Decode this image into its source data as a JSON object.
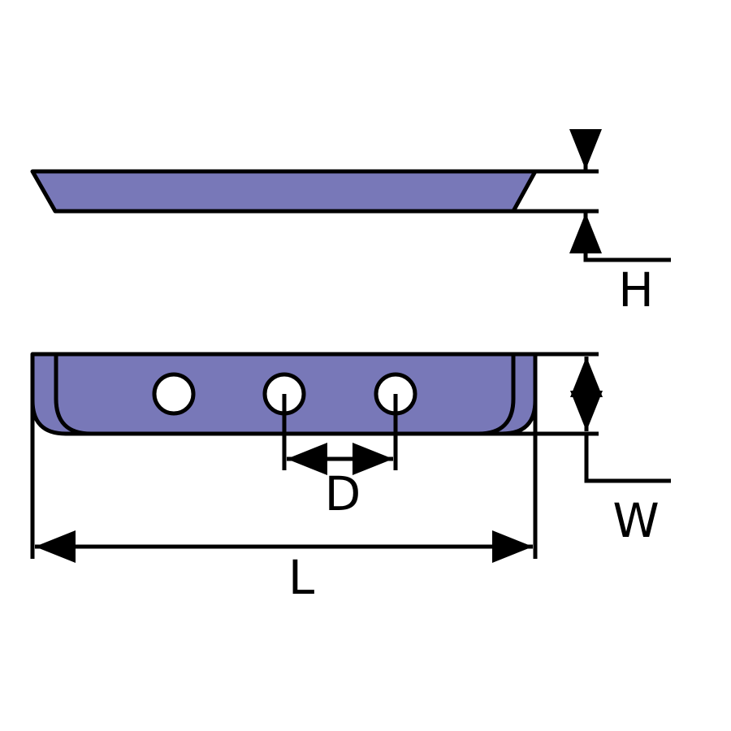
{
  "colors": {
    "part_fill": "#7878b8",
    "outline": "#000000",
    "hole_fill": "#ffffff",
    "background": "#ffffff"
  },
  "labels": {
    "height": "H",
    "width": "W",
    "length": "L",
    "hole_spacing": "D"
  }
}
